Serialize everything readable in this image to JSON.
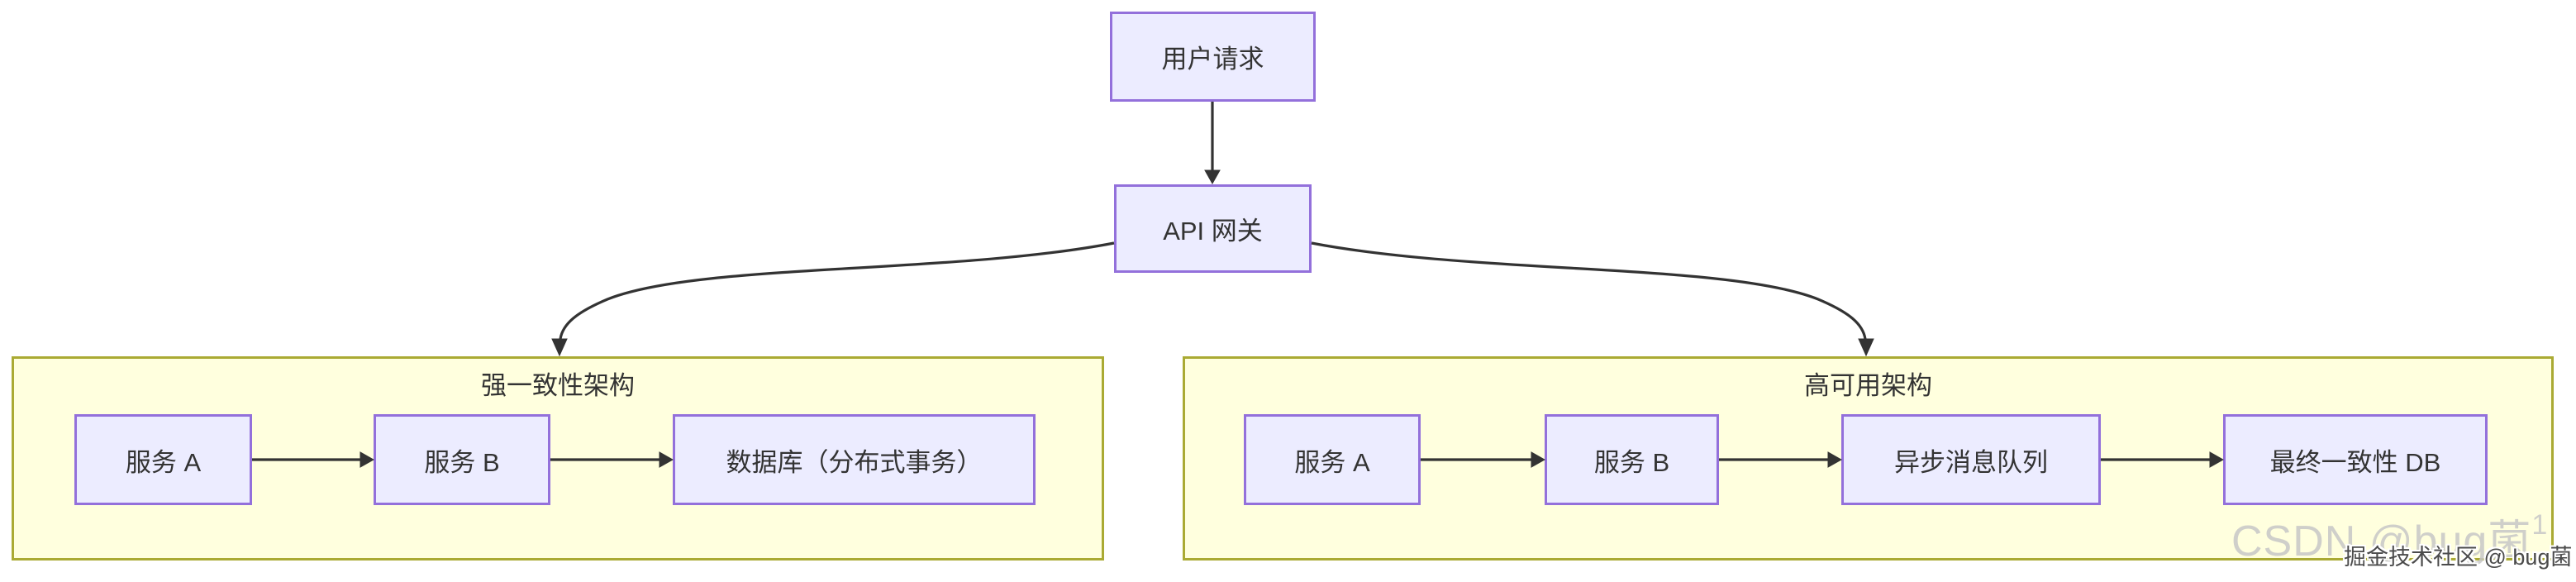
{
  "diagram": {
    "type": "flowchart",
    "nodes": {
      "user_request": {
        "label": "用户请求"
      },
      "api_gateway": {
        "label": "API 网关"
      }
    },
    "clusters": {
      "strong_consistency": {
        "label": "强一致性架构",
        "nodes": {
          "service_a": {
            "label": "服务 A"
          },
          "service_b": {
            "label": "服务 B"
          },
          "database": {
            "label": "数据库（分布式事务）"
          }
        }
      },
      "high_availability": {
        "label": "高可用架构",
        "nodes": {
          "service_a": {
            "label": "服务 A"
          },
          "service_b": {
            "label": "服务 B"
          },
          "message_queue": {
            "label": "异步消息队列"
          },
          "eventual_db": {
            "label": "最终一致性 DB"
          }
        }
      }
    },
    "edges": [
      {
        "from": "用户请求",
        "to": "API 网关"
      },
      {
        "from": "API 网关",
        "to": "强一致性架构"
      },
      {
        "from": "API 网关",
        "to": "高可用架构"
      },
      {
        "from": "强一致性架构.服务 A",
        "to": "强一致性架构.服务 B"
      },
      {
        "from": "强一致性架构.服务 B",
        "to": "数据库（分布式事务）"
      },
      {
        "from": "高可用架构.服务 A",
        "to": "高可用架构.服务 B"
      },
      {
        "from": "高可用架构.服务 B",
        "to": "异步消息队列"
      },
      {
        "from": "异步消息队列",
        "to": "最终一致性 DB"
      }
    ],
    "colors": {
      "node_fill": "#ececff",
      "node_border": "#9370db",
      "cluster_fill": "#ffffde",
      "cluster_border": "#aaaa33",
      "edge": "#333333",
      "text": "#333333"
    }
  },
  "watermarks": {
    "csdn": "CSDN @bug菌",
    "csdn_sup": "1",
    "juejin": "掘金技术社区 @ bug菌"
  }
}
